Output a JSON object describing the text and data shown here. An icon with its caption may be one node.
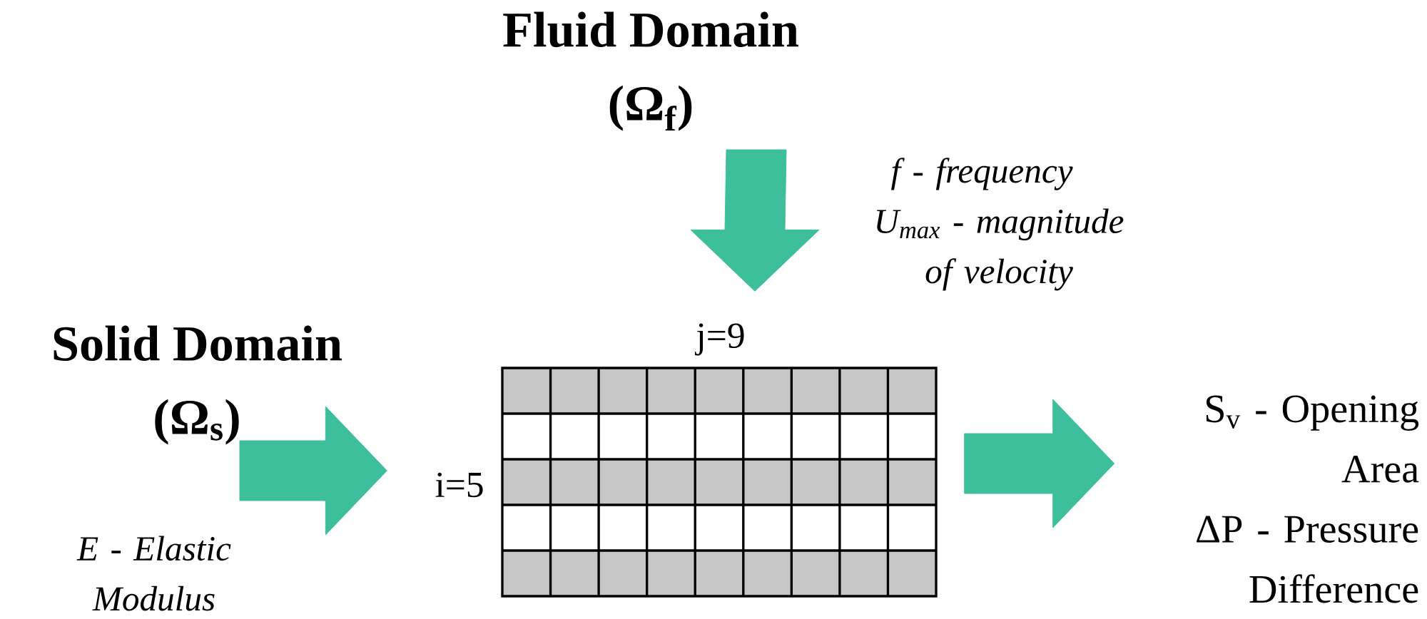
{
  "diagram": {
    "nodes": [
      {
        "text": [
          "Fluid Domain",
          "(Ω$_{f}$)"
        ]
      },
      {
        "text": [
          "Solid Domain",
          "(Ω$_{s}$)"
        ]
      },
      {
        "text": [],
        "shape": "grid",
        "beside": [
          "j=9",
          "i=5"
        ]
      },
      {
        "text": [
          "S$_{v}$ - Opening Area",
          "ΔP - Pressure Difference"
        ]
      }
    ],
    "edges": [
      {
        "from": 0,
        "to": 2,
        "arrow": "to"
      },
      {
        "from": 1,
        "to": 2,
        "arrow": "to"
      },
      {
        "from": 2,
        "to": 3,
        "arrow": "to"
      }
    ],
    "labels": [
      "f - frequency",
      "U$_{max}$ - magnitude of velocity",
      "E - Elastic Modulus"
    ]
  }
}
